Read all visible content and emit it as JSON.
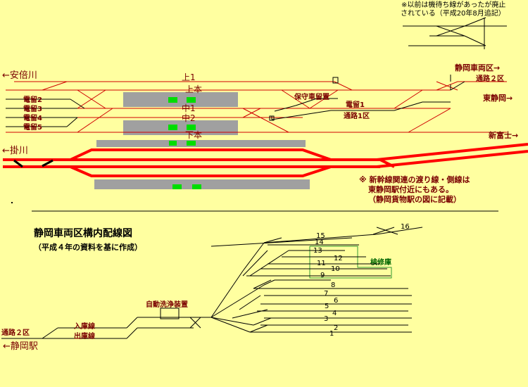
{
  "notes": {
    "top_line1": "※以前は機待ち線があったが廃止",
    "top_line2": "されている（平成20年8月追記）",
    "shinkansen_line1": "※ 新幹線関連の渡り線・側線は",
    "shinkansen_line2": "東静岡駅付近にもある。",
    "shinkansen_line3": "（静岡貨物駅の図に記載）"
  },
  "top_diagram": {
    "left_abekawa": "←安倍川",
    "left_kakegawa": "←掛川",
    "right_depot": "静岡車両区→",
    "right_tsuro2": "通路２区",
    "right_higashi_shizuoka": "東静岡→",
    "right_shinfuji": "新富士→",
    "track_up1": "上1",
    "track_uehon": "上本",
    "track_naka1": "中1",
    "track_naka2": "中2",
    "track_shitahon": "下本",
    "siding_2": "電留2",
    "siding_3": "電留3",
    "siding_4": "電留4",
    "siding_5": "電留5",
    "hoshu": "保守車留置",
    "siding_1": "電留1",
    "tsuro1": "通路1区"
  },
  "bottom_diagram": {
    "title": "静岡車両区構内配線図",
    "subtitle": "（平成４年の資料を基に作成）",
    "wash": "自動洗浄装置",
    "nyuko": "入庫線",
    "shukko": "出庫線",
    "tsuro2": "通路２区",
    "shizuoka_eki": "←静岡駅",
    "inspection_shed": "検修庫",
    "tracks": [
      "16",
      "15",
      "14",
      "13",
      "12",
      "11",
      "10",
      "9",
      "8",
      "7",
      "6",
      "5",
      "4",
      "3",
      "2",
      "1"
    ]
  },
  "colors": {
    "background": "#ffffa0",
    "track_red": "#ff0000",
    "label_dark_red": "#7a0000",
    "platform_gray": "#a0a0a0",
    "signal_green": "#00dd00",
    "shed_green": "#339933"
  }
}
